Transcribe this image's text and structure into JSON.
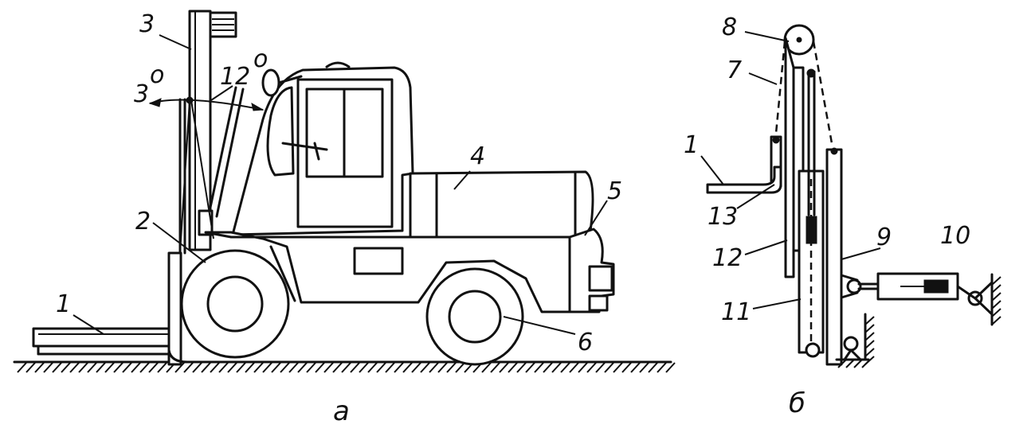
{
  "labels": {
    "a1": "1",
    "a2": "2",
    "a3": "3",
    "a4": "4",
    "a5": "5",
    "a6": "6",
    "b1": "1",
    "b7": "7",
    "b8": "8",
    "b9": "9",
    "b10": "10",
    "b11": "11",
    "b12": "12",
    "b13": "13"
  },
  "angles": {
    "forward": "3",
    "back": "12",
    "degree_mark": "o"
  },
  "captions": {
    "a": "а",
    "b": "б"
  },
  "colors": {
    "ink": "#111111",
    "paper": "#ffffff"
  }
}
